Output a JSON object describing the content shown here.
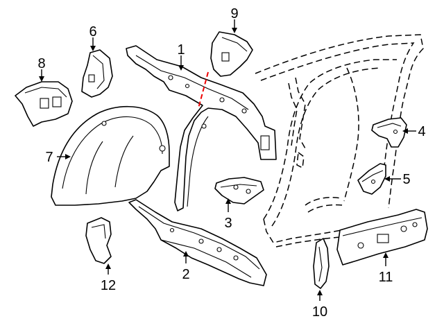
{
  "callouts": [
    {
      "id": "c1",
      "label": "1"
    },
    {
      "id": "c2",
      "label": "2"
    },
    {
      "id": "c3",
      "label": "3"
    },
    {
      "id": "c4",
      "label": "4"
    },
    {
      "id": "c5",
      "label": "5"
    },
    {
      "id": "c6",
      "label": "6"
    },
    {
      "id": "c7",
      "label": "7"
    },
    {
      "id": "c8",
      "label": "8"
    },
    {
      "id": "c9",
      "label": "9"
    },
    {
      "id": "c10",
      "label": "10"
    },
    {
      "id": "c11",
      "label": "11"
    },
    {
      "id": "c12",
      "label": "12"
    }
  ],
  "colors": {
    "line": "#000000",
    "cut_line": "#e00000",
    "background": "#ffffff"
  }
}
